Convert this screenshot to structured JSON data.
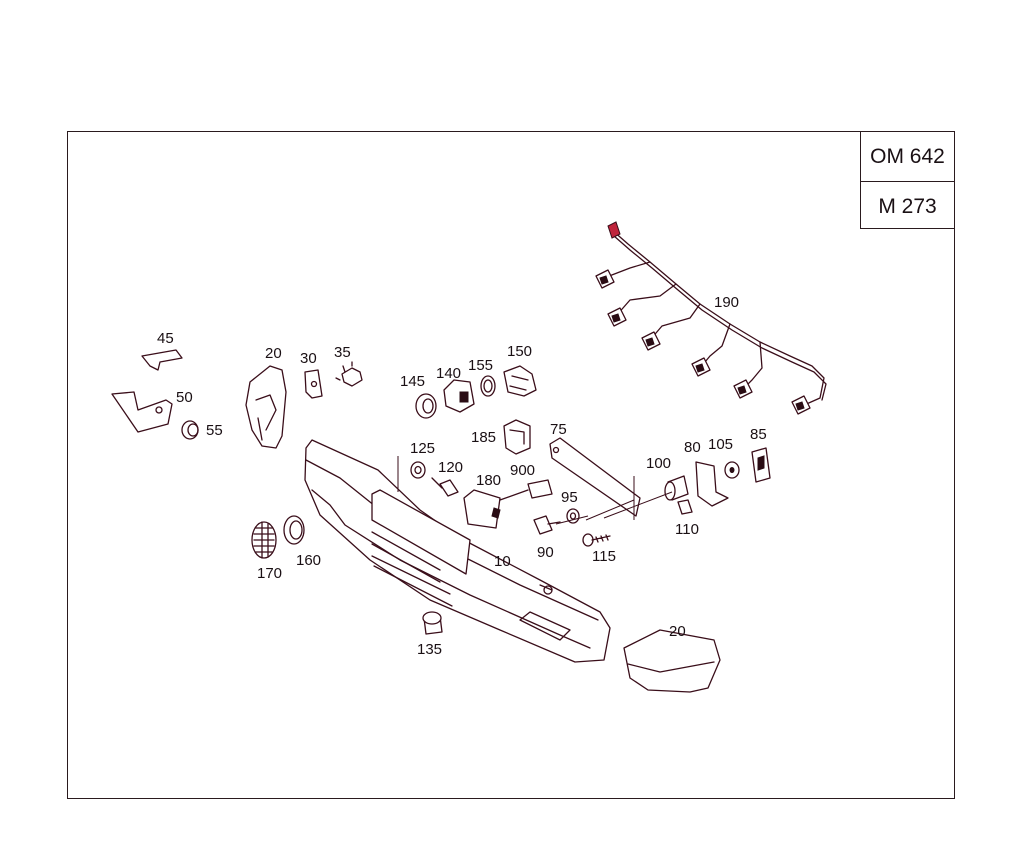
{
  "engine_variants": [
    "OM 642",
    "M 273"
  ],
  "labels": {
    "p10": "10",
    "p20a": "20",
    "p20b": "20",
    "p30": "30",
    "p35": "35",
    "p45": "45",
    "p50": "50",
    "p55": "55",
    "p75": "75",
    "p80": "80",
    "p85": "85",
    "p90": "90",
    "p95": "95",
    "p100": "100",
    "p105": "105",
    "p110": "110",
    "p115": "115",
    "p120": "120",
    "p125": "125",
    "p135": "135",
    "p140": "140",
    "p145": "145",
    "p150": "150",
    "p155": "155",
    "p160": "160",
    "p170": "170",
    "p180": "180",
    "p185": "185",
    "p190": "190",
    "p900": "900"
  },
  "colors": {
    "line": "#3a0e1a",
    "accent": "#c0243c"
  }
}
